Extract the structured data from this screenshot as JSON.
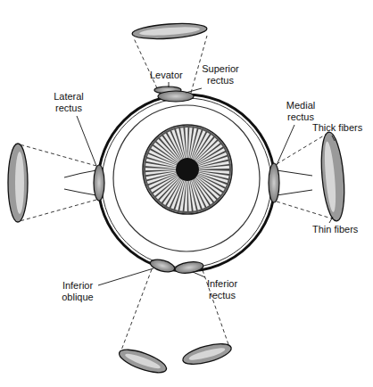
{
  "diagram": {
    "labels": [
      "Levator",
      "Superior rectus",
      "Lateral rectus",
      "Medial rectus",
      "Thick fibers",
      "Thin fibers",
      "Inferior oblique",
      "Inferior rectus"
    ]
  }
}
